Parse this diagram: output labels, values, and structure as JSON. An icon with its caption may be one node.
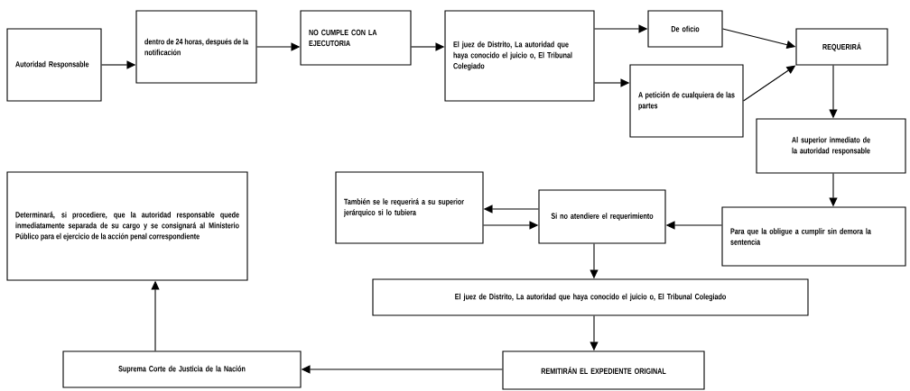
{
  "diagram": {
    "nodes": [
      {
        "text": [
          "Autoridad Responsable"
        ]
      },
      {
        "text": [
          "dentro de 24 horas, después de la notificación"
        ]
      },
      {
        "text": [
          "NO CUMPLE CON LA EJECUTORIA"
        ]
      },
      {
        "text": [
          "El juez de Distrito, La autoridad que haya conocido el juicio o, El Tribunal Colegiado"
        ]
      },
      {
        "text": [
          "De oficio"
        ]
      },
      {
        "text": [
          "A petición de cualquiera de las partes"
        ]
      },
      {
        "text": [
          "REQUERIRÁ"
        ]
      },
      {
        "text": [
          "Al superior inmediato de la autoridad responsable"
        ]
      },
      {
        "text": [
          "Para que la obligue a cumplir sin demora la sentencia"
        ]
      },
      {
        "text": [
          "Si no atendiere el requerimiento"
        ]
      },
      {
        "text": [
          "También se le requerirá a su superior jerárquico si lo tubiera"
        ]
      },
      {
        "text": [
          "El juez de Distrito, La autoridad que haya conocido el juicio o, El Tribunal Colegiado"
        ]
      },
      {
        "text": [
          "REMITIRÁN EL EXPEDIENTE ORIGINAL"
        ]
      },
      {
        "text": [
          "Suprema Corte de Justicia de la Nación"
        ]
      },
      {
        "text": [
          "Determinará, si procediere, que la autoridad responsable quede inmediatamente separada de su cargo y se consignará al Ministerio Público para el ejercicio de la acción penal correspondiente"
        ]
      }
    ],
    "edges": [
      {
        "from": 0,
        "to": 1,
        "arrow": "to"
      },
      {
        "from": 1,
        "to": 2,
        "arrow": "to"
      },
      {
        "from": 2,
        "to": 3,
        "arrow": "to"
      },
      {
        "from": 3,
        "to": 4,
        "arrow": "to"
      },
      {
        "from": 3,
        "to": 5,
        "arrow": "to"
      },
      {
        "from": 4,
        "to": 6,
        "arrow": "to"
      },
      {
        "from": 5,
        "to": 6,
        "arrow": "to"
      },
      {
        "from": 6,
        "to": 7,
        "arrow": "to"
      },
      {
        "from": 7,
        "to": 8,
        "arrow": "to"
      },
      {
        "from": 8,
        "to": 9,
        "arrow": "to"
      },
      {
        "from": 9,
        "to": 10,
        "arrow": "to"
      },
      {
        "from": 10,
        "to": 9,
        "arrow": "to"
      },
      {
        "from": 9,
        "to": 11,
        "arrow": "to"
      },
      {
        "from": 11,
        "to": 12,
        "arrow": "to"
      },
      {
        "from": 12,
        "to": 13,
        "arrow": "to"
      },
      {
        "from": 13,
        "to": 14,
        "arrow": "to"
      }
    ]
  }
}
